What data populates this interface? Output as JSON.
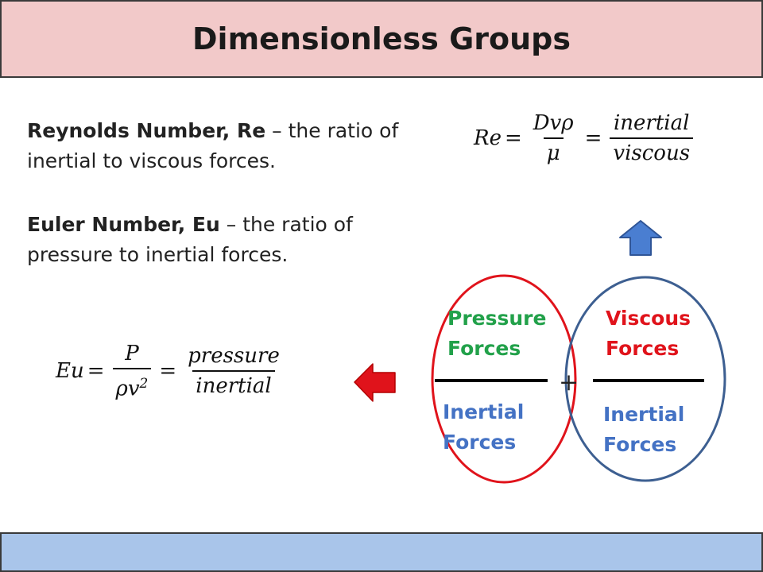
{
  "title": "Dimensionless Groups",
  "reynolds": {
    "term": "Reynolds Number, Re",
    "desc": " – the ratio of inertial to viscous forces.",
    "eq": {
      "lhs": "Re",
      "num1": "Dvρ",
      "den1": "μ",
      "num2": "inertial",
      "den2": "viscous"
    }
  },
  "euler": {
    "term": "Euler Number, Eu",
    "desc": " – the ratio of pressure to inertial forces.",
    "eq": {
      "lhs": "Eu",
      "num1": "P",
      "den1_base": "ρv",
      "den1_exp": "2",
      "num2": "pressure",
      "den2": "inertial"
    }
  },
  "groups": {
    "pressure_num": "Pressure Forces",
    "pressure_den": "Inertial Forces",
    "plus": "+",
    "viscous_num": "Viscous Forces",
    "viscous_den": "Inertial Forces"
  },
  "colors": {
    "pressure": "#22a14a",
    "viscous": "#e0131b",
    "inertial": "#4472c4",
    "red_ellipse": "#e0131b",
    "blue_ellipse": "#3d5f91",
    "up_arrow": "#4a7ed1",
    "left_arrow": "#e0131b"
  },
  "icons": {
    "up": "up-arrow-icon",
    "left": "left-arrow-icon"
  }
}
